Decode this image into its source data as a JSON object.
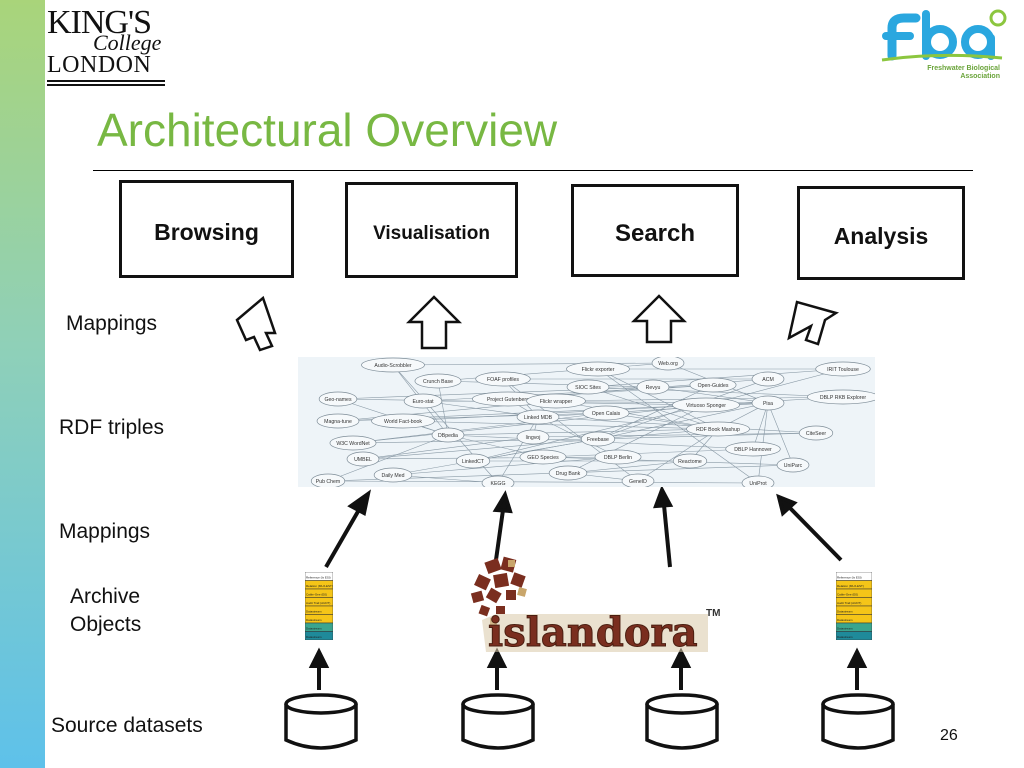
{
  "logos": {
    "kcl": {
      "line1": "KING'S",
      "line2": "College",
      "line3": "LONDON"
    },
    "fba": {
      "text": "fba",
      "subtitle": "Freshwater Biological Association"
    },
    "islandora": {
      "text": "islandora",
      "tm": "TM"
    }
  },
  "slide": {
    "title": "Architectural Overview",
    "page_number": "26"
  },
  "boxes": [
    {
      "label": "Browsing"
    },
    {
      "label": "Visualisation"
    },
    {
      "label": "Search"
    },
    {
      "label": "Analysis"
    }
  ],
  "layer_labels": {
    "mappings_top": "Mappings",
    "rdf_triples": "RDF triples",
    "mappings_bottom": "Mappings",
    "archive_objects_1": "Archive",
    "archive_objects_2": "Objects",
    "source_datasets": "Source datasets"
  },
  "graph_nodes": [
    "Audio-Scrobbler",
    "FOAF profiles",
    "Flickr exporter",
    "Web.org",
    "ACM",
    "IRIT Toulouse",
    "Crunch Base",
    "Project Gutenberg",
    "SIOC Sites",
    "Revyu",
    "Open-Guides",
    "DBLP RKB Explorer",
    "Geo-names",
    "Euro-stat",
    "Flickr wrapper",
    "Virtuoso Sponger",
    "Pisa",
    "Magna-tune",
    "World Fact-book",
    "Linked MDB",
    "Open Calais",
    "RDF Book Mashup",
    "CiteSeer",
    "W3C WordNet",
    "DBpedia",
    "lingvoj",
    "Freebase",
    "DBLP Hannover",
    "UMBEL",
    "LinkedCT",
    "GEO Species",
    "DBLP Berlin",
    "Reactome",
    "UniParc",
    "Daily Med",
    "Drug Bank",
    "Pub Chem",
    "KEGG",
    "GeneID",
    "UniProt"
  ],
  "archive_strip": [
    "Reference (Is ESI)",
    "Relation (MUJ-EST)",
    "Cable-Gee (E0)",
    "Audit Trail (AUDT)",
    "Datastream",
    "Datastream",
    "Datastream",
    "Datastream"
  ]
}
